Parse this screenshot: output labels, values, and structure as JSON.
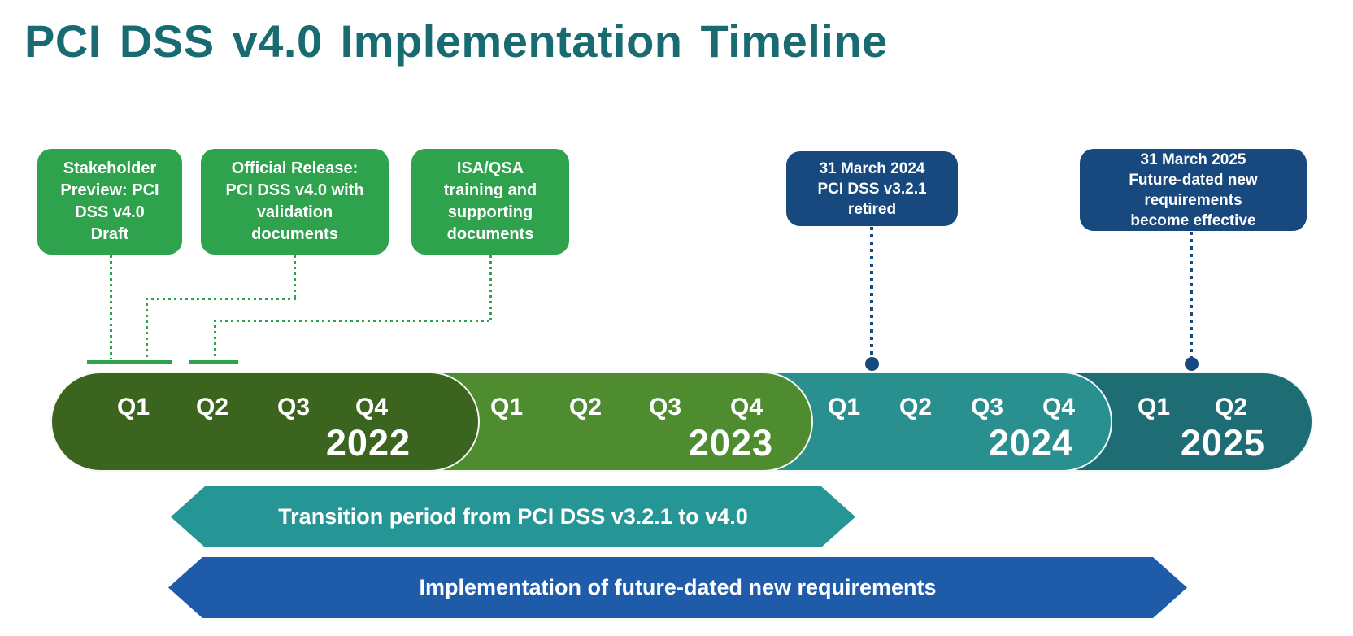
{
  "title": "PCI DSS v4.0 Implementation Timeline",
  "colors": {
    "title": "#186b70",
    "green": "#2ea24d",
    "blue": "#17497f",
    "y2022": "#3b641f",
    "y2023": "#4f8c2f",
    "y2024": "#2a8f8f",
    "y2025": "#1e6d75",
    "arrow_teal": "#269595",
    "arrow_blue": "#1e5caa"
  },
  "events": {
    "green": [
      {
        "label": "Stakeholder\nPreview: PCI\nDSS v4.0\nDraft"
      },
      {
        "label": "Official Release:\nPCI DSS v4.0 with\nvalidation\ndocuments"
      },
      {
        "label": "ISA/QSA\ntraining and\nsupporting\ndocuments"
      }
    ],
    "blue": [
      {
        "label": "31 March 2024\nPCI DSS v3.2.1\nretired"
      },
      {
        "label": "31 March 2025\nFuture-dated new\nrequirements\nbecome effective"
      }
    ]
  },
  "timeline": {
    "segments": [
      {
        "year": "2022",
        "quarters": [
          "Q1",
          "Q2",
          "Q3",
          "Q4"
        ]
      },
      {
        "year": "2023",
        "quarters": [
          "Q1",
          "Q2",
          "Q3",
          "Q4"
        ]
      },
      {
        "year": "2024",
        "quarters": [
          "Q1",
          "Q2",
          "Q3",
          "Q4"
        ]
      },
      {
        "year": "2025",
        "quarters": [
          "Q1",
          "Q2"
        ]
      }
    ]
  },
  "arrows": [
    {
      "label": "Transition period from PCI DSS v3.2.1 to v4.0"
    },
    {
      "label": "Implementation of future-dated new requirements"
    }
  ]
}
